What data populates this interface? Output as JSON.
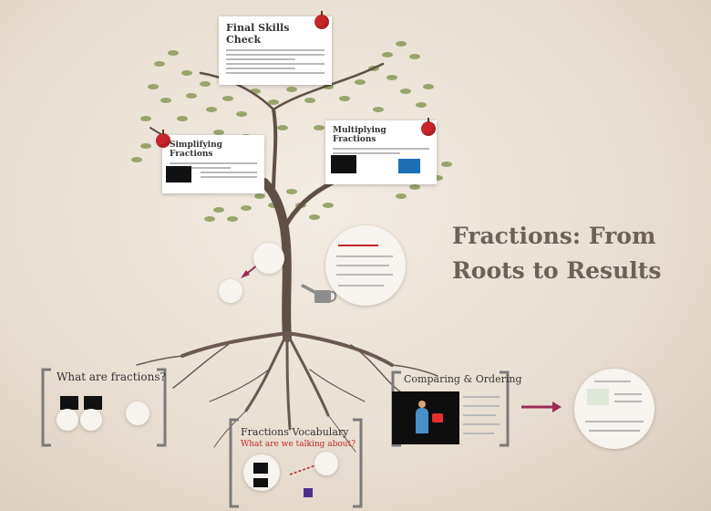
{
  "presentation": {
    "title_line1": "Fractions: From",
    "title_line2": "Roots to Results"
  },
  "topics": {
    "final_skills_check": "Final Skills Check",
    "simplifying": "Simplifying Fractions",
    "multiplying": "Multiplying Fractions",
    "what_are_fractions": "What are fractions?",
    "vocabulary": "Fractions Vocabulary",
    "vocabulary_sub": "What are we talking about?",
    "comparing": "Comparing & Ordering"
  },
  "colors": {
    "accent_red": "#c2272d",
    "arrow": "#9c2b57",
    "trunk": "#5f5046",
    "leaf": "#8a9a5b"
  }
}
